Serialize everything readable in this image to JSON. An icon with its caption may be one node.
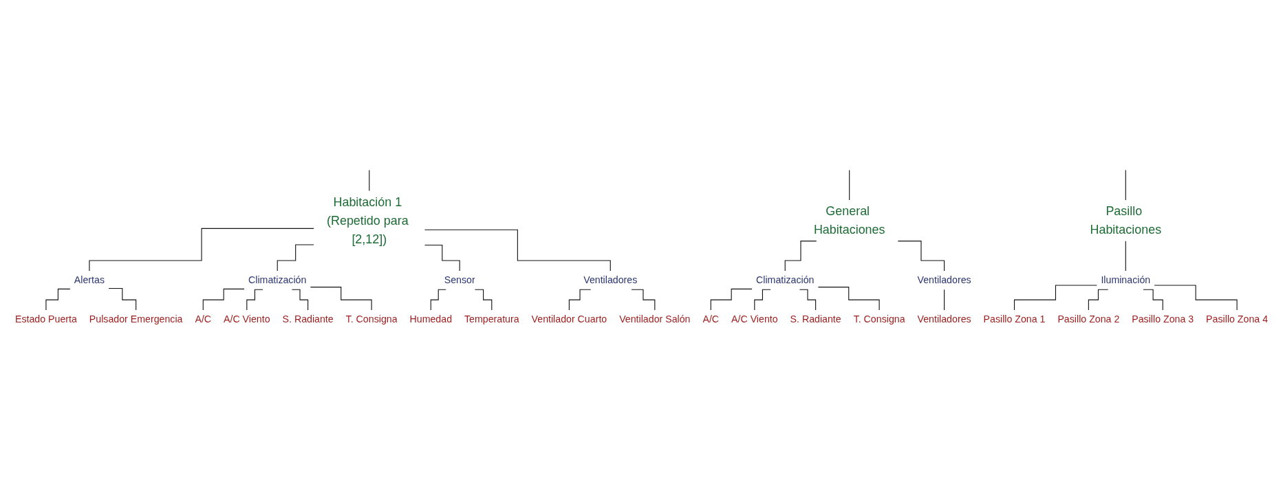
{
  "diagram": {
    "nodes": [
      {
        "text": [
          "Habitación 1 (Repetido para [2,12])"
        ]
      },
      {
        "text": [
          "General Habitaciones"
        ]
      },
      {
        "text": [
          "Pasillo Habitaciones"
        ]
      },
      {
        "text": [
          "Alertas"
        ]
      },
      {
        "text": [
          "Climatización"
        ]
      },
      {
        "text": [
          "Sensor"
        ]
      },
      {
        "text": [
          "Ventiladores"
        ]
      },
      {
        "text": [
          "Climatización"
        ]
      },
      {
        "text": [
          "Ventiladores"
        ]
      },
      {
        "text": [
          "Iluminación"
        ]
      },
      {
        "text": [
          "Estado Puerta"
        ]
      },
      {
        "text": [
          "Pulsador Emergencia"
        ]
      },
      {
        "text": [
          "A/C"
        ]
      },
      {
        "text": [
          "A/C Viento"
        ]
      },
      {
        "text": [
          "S. Radiante"
        ]
      },
      {
        "text": [
          "T. Consigna"
        ]
      },
      {
        "text": [
          "Humedad"
        ]
      },
      {
        "text": [
          "Temperatura"
        ]
      },
      {
        "text": [
          "Ventilador Cuarto"
        ]
      },
      {
        "text": [
          "Ventilador Salón"
        ]
      },
      {
        "text": [
          "A/C"
        ]
      },
      {
        "text": [
          "A/C Viento"
        ]
      },
      {
        "text": [
          "S. Radiante"
        ]
      },
      {
        "text": [
          "T. Consigna"
        ]
      },
      {
        "text": [
          "Ventiladores"
        ]
      },
      {
        "text": [
          "Pasillo Zona 1"
        ]
      },
      {
        "text": [
          "Pasillo Zona 2"
        ]
      },
      {
        "text": [
          "Pasillo Zona 3"
        ]
      },
      {
        "text": [
          "Pasillo Zona 4"
        ]
      }
    ],
    "edges": [
      {
        "from": null,
        "to": 0,
        "arrow": "none"
      },
      {
        "from": null,
        "to": 1,
        "arrow": "none"
      },
      {
        "from": null,
        "to": 2,
        "arrow": "none"
      },
      {
        "from": 0,
        "to": 3,
        "arrow": "none"
      },
      {
        "from": 0,
        "to": 4,
        "arrow": "none"
      },
      {
        "from": 0,
        "to": 5,
        "arrow": "none"
      },
      {
        "from": 0,
        "to": 6,
        "arrow": "none"
      },
      {
        "from": 1,
        "to": 7,
        "arrow": "none"
      },
      {
        "from": 1,
        "to": 8,
        "arrow": "none"
      },
      {
        "from": 2,
        "to": 9,
        "arrow": "none"
      },
      {
        "from": 3,
        "to": 10,
        "arrow": "none"
      },
      {
        "from": 3,
        "to": 11,
        "arrow": "none"
      },
      {
        "from": 4,
        "to": 12,
        "arrow": "none"
      },
      {
        "from": 4,
        "to": 13,
        "arrow": "none"
      },
      {
        "from": 4,
        "to": 14,
        "arrow": "none"
      },
      {
        "from": 4,
        "to": 15,
        "arrow": "none"
      },
      {
        "from": 5,
        "to": 16,
        "arrow": "none"
      },
      {
        "from": 5,
        "to": 17,
        "arrow": "none"
      },
      {
        "from": 6,
        "to": 18,
        "arrow": "none"
      },
      {
        "from": 6,
        "to": 19,
        "arrow": "none"
      },
      {
        "from": 7,
        "to": 20,
        "arrow": "none"
      },
      {
        "from": 7,
        "to": 21,
        "arrow": "none"
      },
      {
        "from": 7,
        "to": 22,
        "arrow": "none"
      },
      {
        "from": 7,
        "to": 23,
        "arrow": "none"
      },
      {
        "from": 8,
        "to": 24,
        "arrow": "none"
      },
      {
        "from": 9,
        "to": 25,
        "arrow": "none"
      },
      {
        "from": 9,
        "to": 26,
        "arrow": "none"
      },
      {
        "from": 9,
        "to": 27,
        "arrow": "none"
      },
      {
        "from": 9,
        "to": 28,
        "arrow": "none"
      }
    ]
  }
}
